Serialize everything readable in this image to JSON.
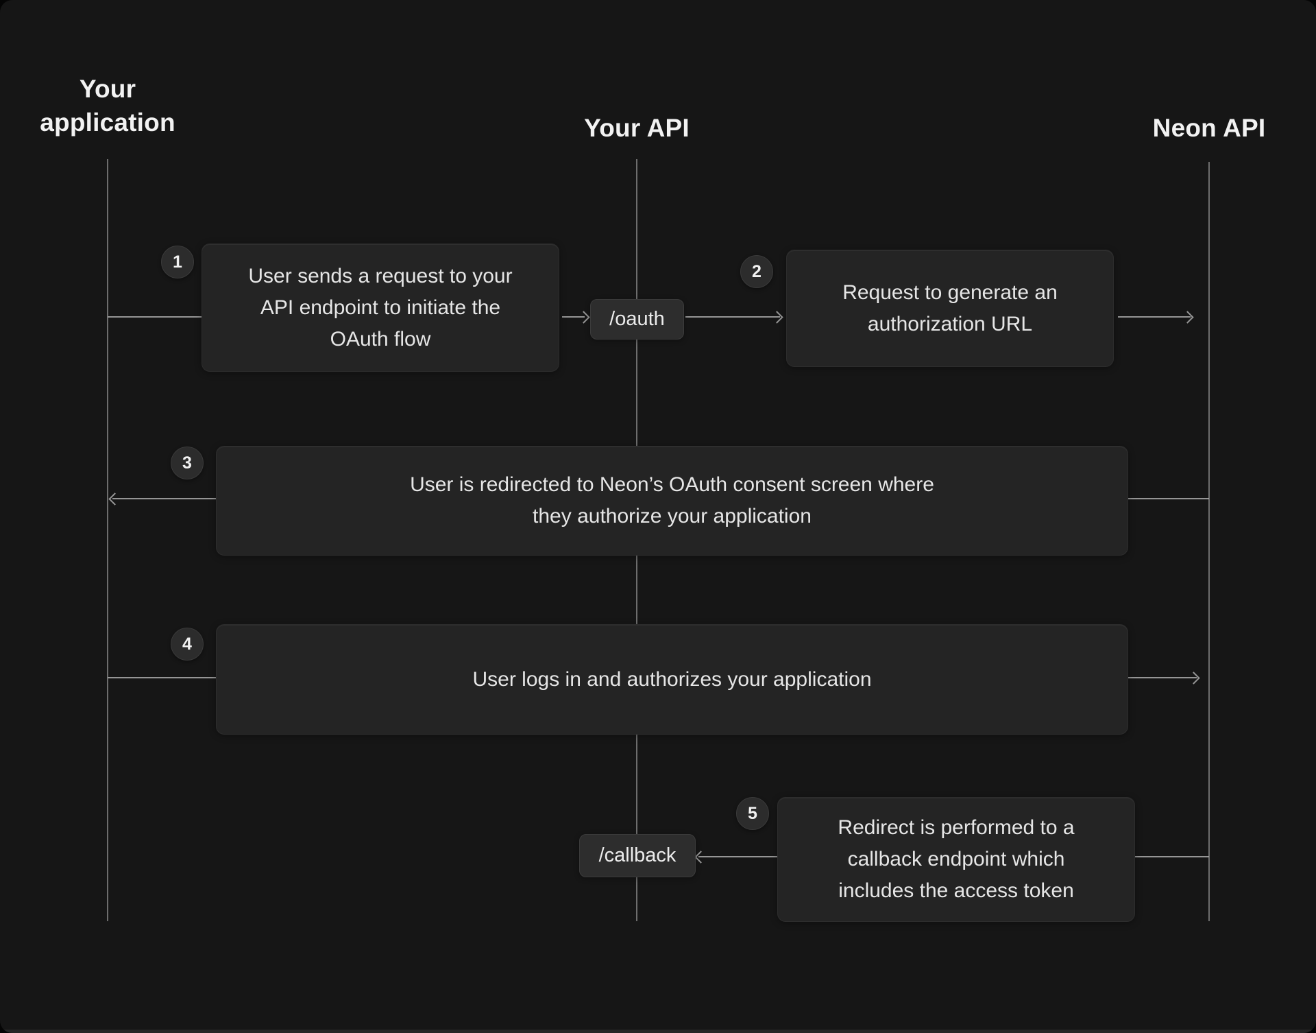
{
  "diagram": {
    "actors": [
      {
        "label": "Your application"
      },
      {
        "label": "Your API"
      },
      {
        "label": "Neon API"
      }
    ],
    "endpoints": [
      {
        "label": "/oauth"
      },
      {
        "label": "/callback"
      }
    ],
    "steps": [
      {
        "number": "1",
        "lines": [
          "User sends a request to your",
          "API endpoint to initiate the",
          "OAuth flow"
        ]
      },
      {
        "number": "2",
        "lines": [
          "Request to generate an",
          "authorization URL"
        ]
      },
      {
        "number": "3",
        "lines": [
          "User is redirected to Neon’s OAuth consent screen where",
          "they authorize your application"
        ]
      },
      {
        "number": "4",
        "lines": [
          "User logs in and authorizes your application"
        ]
      },
      {
        "number": "5",
        "lines": [
          "Redirect is performed to a",
          "callback endpoint which",
          "includes the access token"
        ]
      }
    ],
    "colors": {
      "background": "#161616",
      "box": "#242424",
      "tag": "#2d2d2d",
      "badge": "#2c2c2c",
      "line": "#a3a3a3",
      "lifeline": "#7d7d7d",
      "text": "#e6e6e6",
      "heading": "#f2f2f2"
    }
  }
}
